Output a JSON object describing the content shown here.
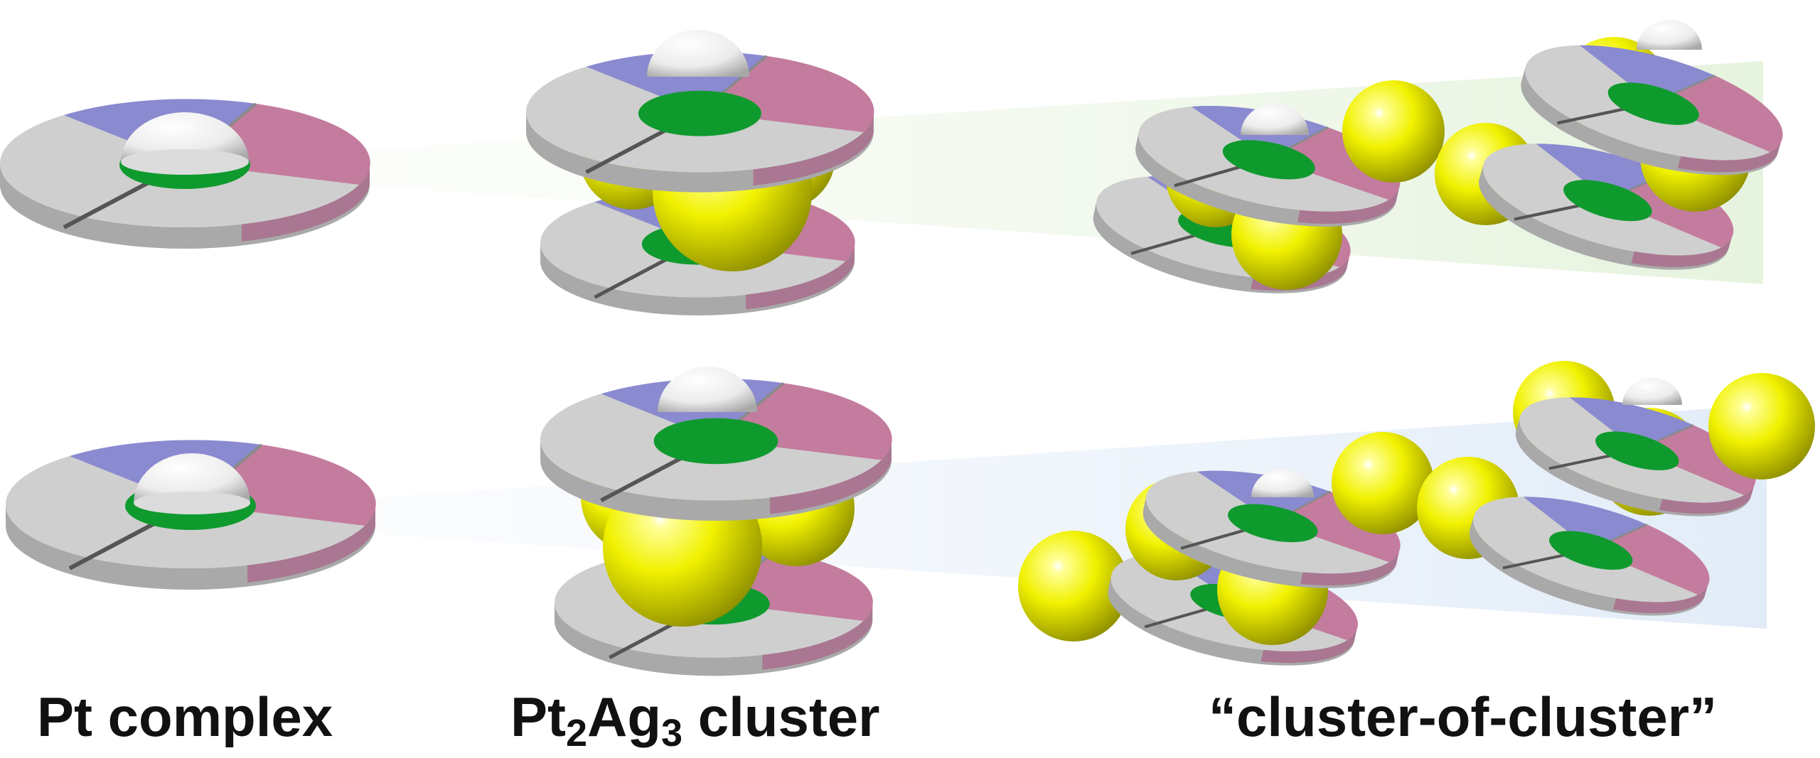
{
  "captions": {
    "pt_complex": "Pt complex",
    "cluster_prefix": "Pt",
    "cluster_sub1": "2",
    "cluster_mid": "Ag",
    "cluster_sub2": "3",
    "cluster_suffix": " cluster",
    "cluster_of_cluster": "“cluster-of-cluster”"
  },
  "colors": {
    "ligand_gray": "#c8c8c8",
    "ligand_blue": "#8888cc",
    "ligand_pink": "#c67fa0",
    "ligand_green": "#0f9a2e",
    "silver_atom": "#e6e600",
    "pt_cap": "#f4f4f4",
    "beam_top": "#eef7e8",
    "beam_bottom": "#e9f1fb"
  }
}
